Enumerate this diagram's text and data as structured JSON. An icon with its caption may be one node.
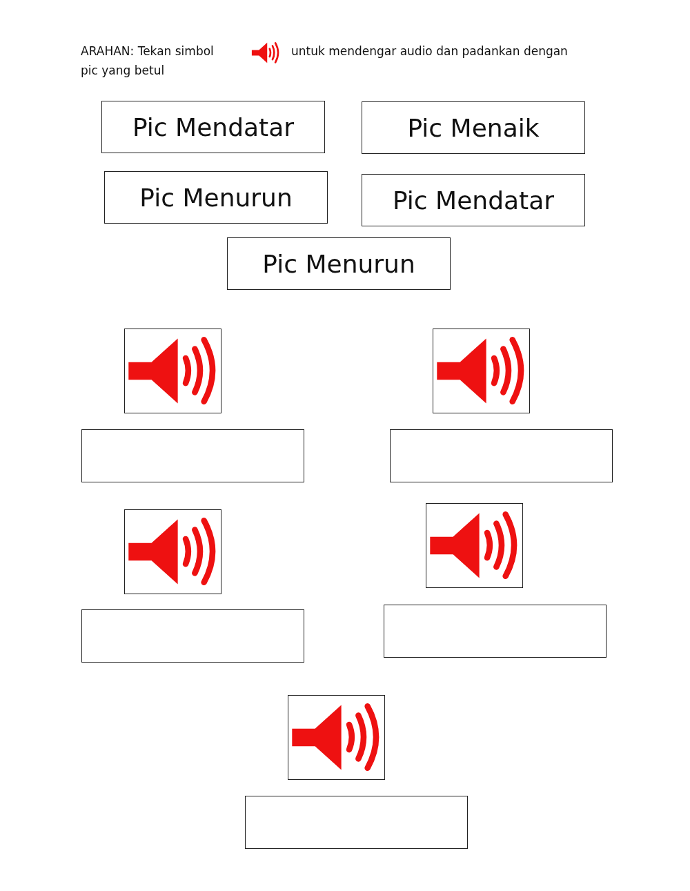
{
  "diagram": {
    "nodes": [
      {
        "text": [
          "Pic Mendatar"
        ]
      },
      {
        "text": [
          "Pic Menaik"
        ]
      },
      {
        "text": [
          "Pic Menurun"
        ]
      },
      {
        "text": [
          "Pic Mendatar"
        ]
      },
      {
        "text": [
          "Pic Menurun"
        ]
      },
      {
        "text": [],
        "shape": "picture"
      },
      {
        "text": [],
        "shape": "picture"
      },
      {
        "text": [],
        "shape": "box"
      },
      {
        "text": [],
        "shape": "box"
      },
      {
        "text": [],
        "shape": "picture"
      },
      {
        "text": [],
        "shape": "picture"
      },
      {
        "text": [],
        "shape": "box"
      },
      {
        "text": [],
        "shape": "box"
      },
      {
        "text": [],
        "shape": "picture"
      },
      {
        "text": [],
        "shape": "box"
      }
    ],
    "labels": [
      "ARAHAN: Tekan simbol",
      "untuk mendengar audio dan padankan dengan pic yang betul"
    ]
  }
}
